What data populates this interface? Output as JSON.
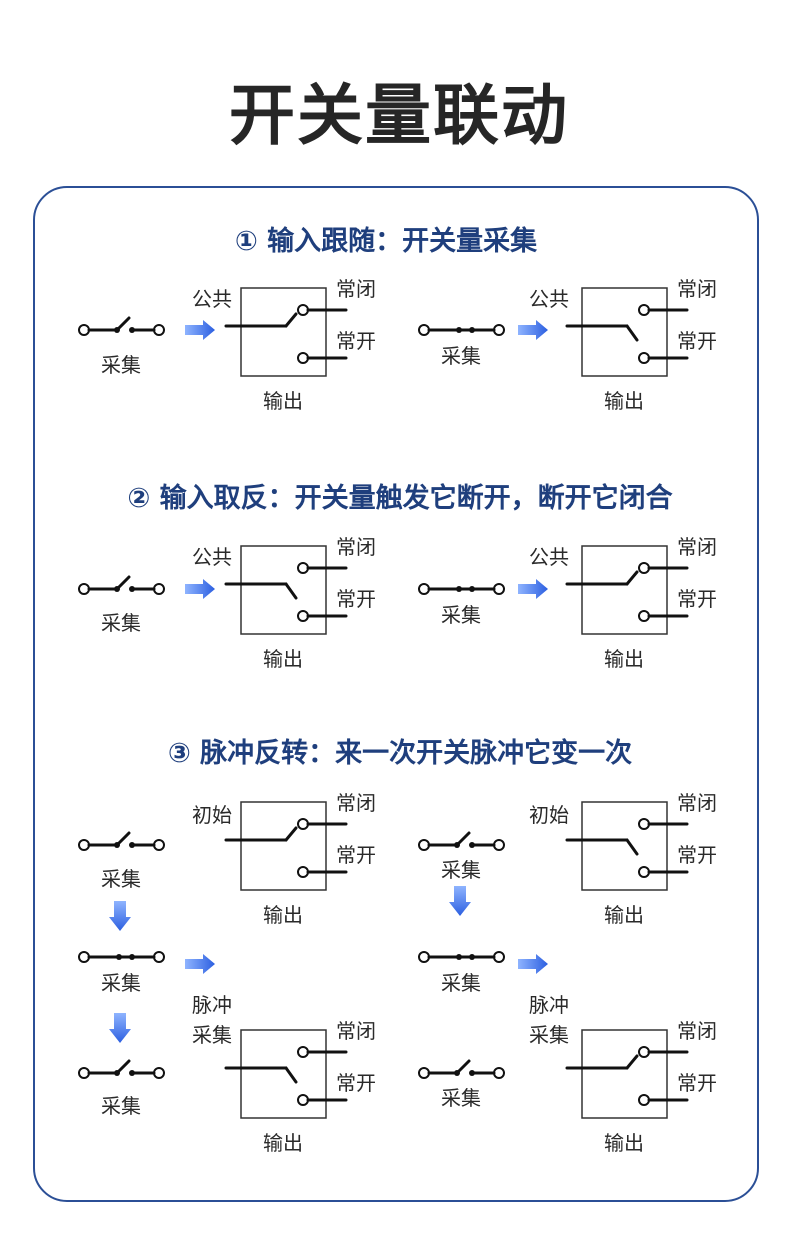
{
  "title": "开关量联动",
  "sections": [
    {
      "heading": "① 输入跟随：开关量采集"
    },
    {
      "heading": "② 输入取反：开关量触发它断开，断开它闭合"
    },
    {
      "heading": "③ 脉冲反转：来一次开关脉冲它变一次"
    }
  ],
  "labels": {
    "collect": "采集",
    "common": "公共",
    "nc": "常闭",
    "no": "常开",
    "output": "输出",
    "initial": "初始",
    "pulse_line1": "脉冲",
    "pulse_line2": "采集"
  },
  "colors": {
    "heading": "#1f3f7d",
    "border": "#2b4f96",
    "arrow": "#3b6fe6"
  }
}
